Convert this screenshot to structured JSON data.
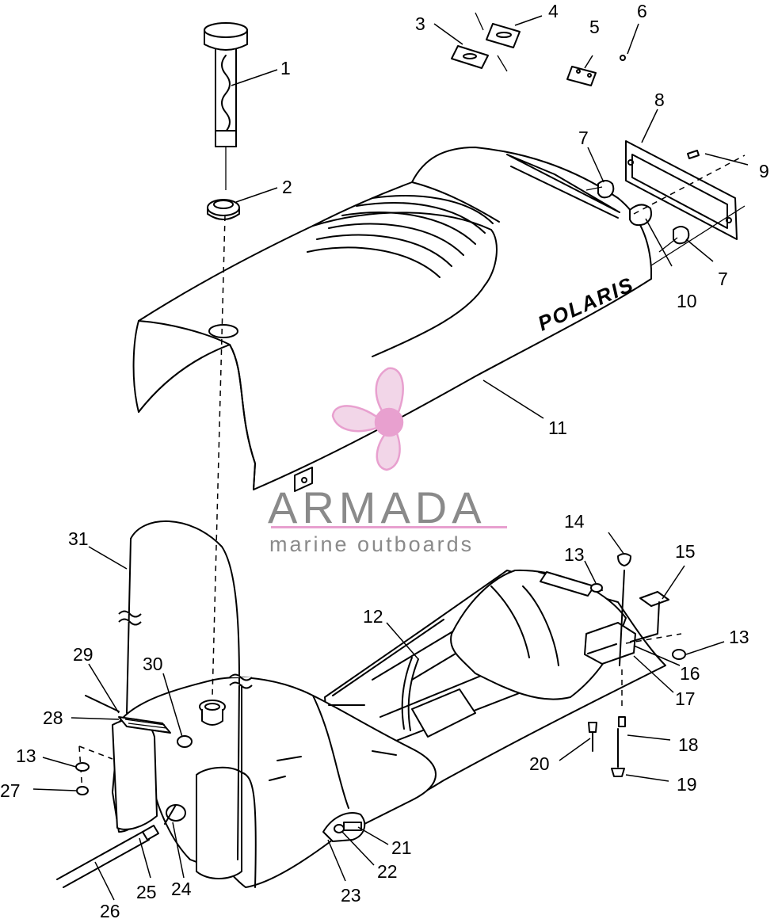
{
  "diagram": {
    "callouts": [
      "1",
      "2",
      "3",
      "4",
      "5",
      "6",
      "7",
      "8",
      "9",
      "10",
      "11",
      "12",
      "13",
      "14",
      "15",
      "16",
      "17",
      "18",
      "19",
      "20",
      "21",
      "22",
      "23",
      "24",
      "25",
      "26",
      "27",
      "28",
      "29",
      "30",
      "31"
    ],
    "part_brand_text": "POLARIS"
  },
  "watermark": {
    "brand": "ARMADA",
    "tagline": "marine outboards",
    "accent_color": "#e8a0cf",
    "text_color": "#8a8a8a"
  }
}
